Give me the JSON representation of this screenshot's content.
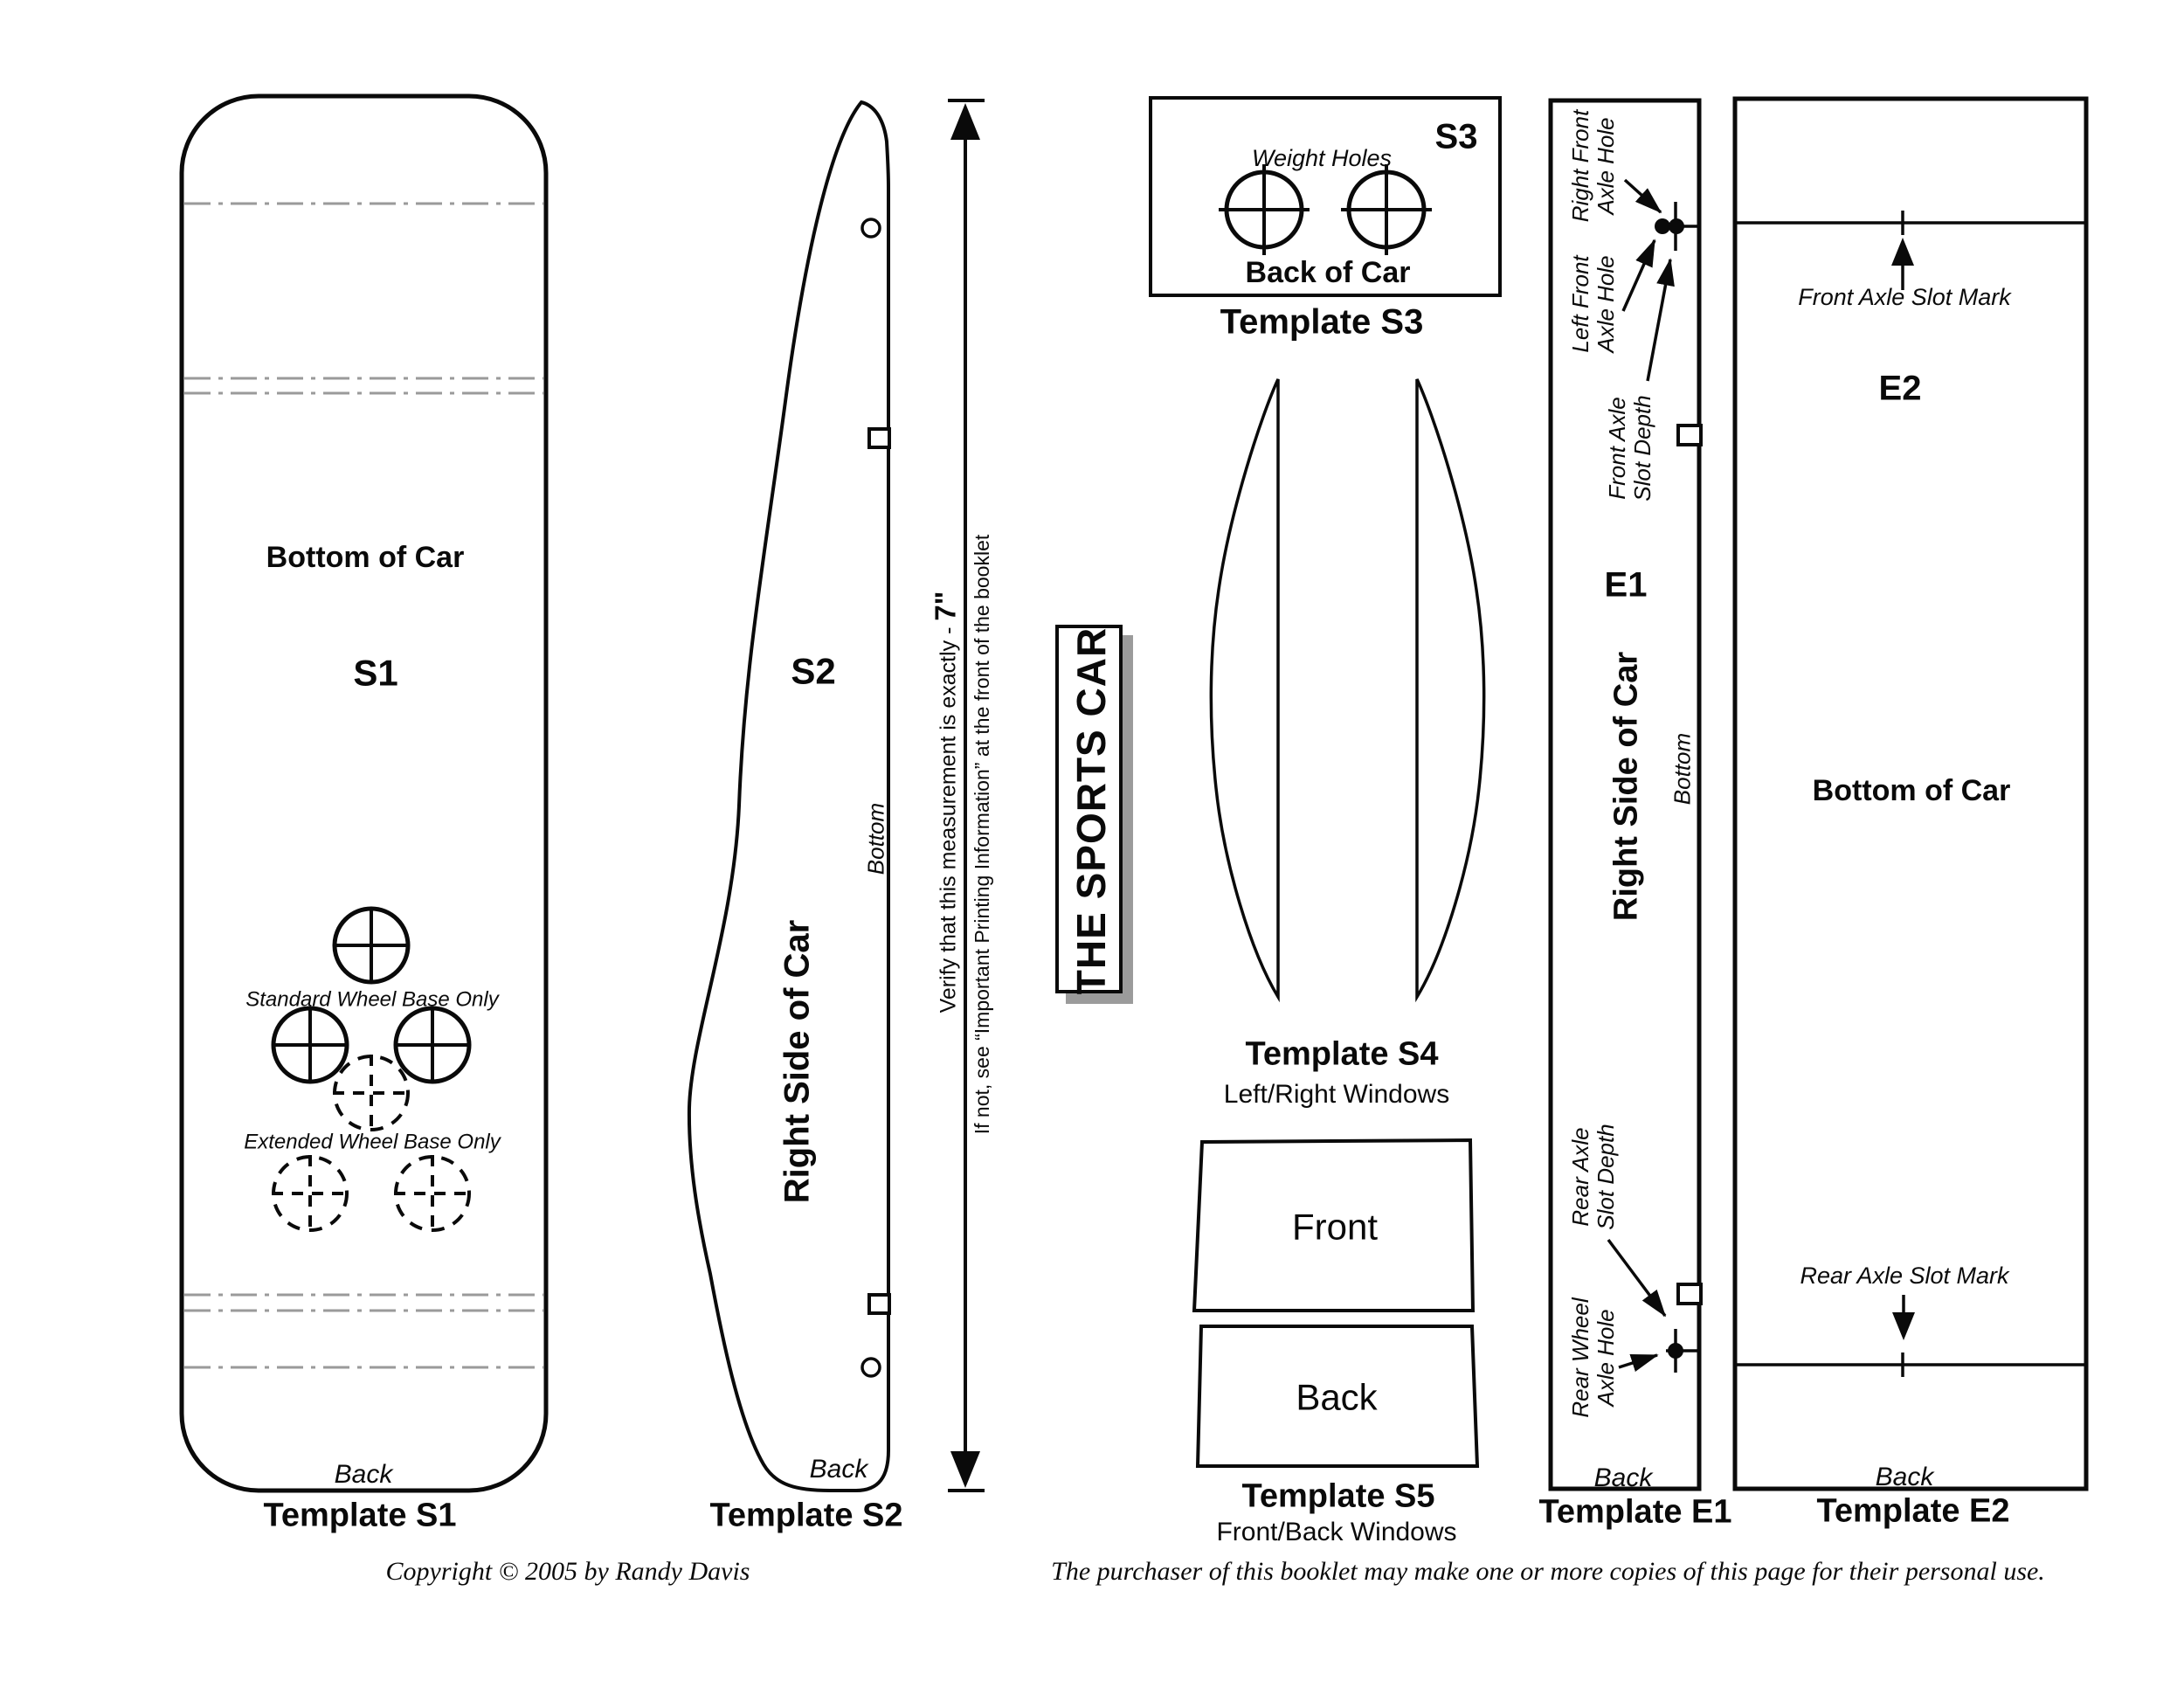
{
  "page": {
    "footer_left": "Copyright © 2005 by Randy Davis",
    "footer_right": "The purchaser of this booklet may make one or more copies of this page for their personal use."
  },
  "title_box": {
    "label": "THE SPORTS CAR"
  },
  "measurement": {
    "verify_prefix": "Verify that this measurement is exactly - ",
    "verify_value": "7\"",
    "if_not": "If not, see “Important Printing Information” at the front of the booklet"
  },
  "s1": {
    "id": "S1",
    "bottom_of_car": "Bottom of Car",
    "standard": "Standard Wheel Base Only",
    "extended": "Extended Wheel Base Only",
    "back": "Back",
    "caption": "Template S1"
  },
  "s2": {
    "id": "S2",
    "bottom": "Bottom",
    "right_side": "Right Side of Car",
    "back": "Back",
    "caption": "Template S2"
  },
  "s3": {
    "id": "S3",
    "weight_holes": "Weight Holes",
    "back_of_car": "Back of Car",
    "caption": "Template S3"
  },
  "s4": {
    "caption": "Template S4",
    "subcaption": "Left/Right Windows"
  },
  "s5": {
    "front": "Front",
    "back": "Back",
    "caption": "Template S5",
    "subcaption": "Front/Back Windows"
  },
  "e1": {
    "id": "E1",
    "right_front_axle_hole": "Right Front\nAxle Hole",
    "left_front_axle_hole": "Left Front\nAxle Hole",
    "front_axle_slot_depth": "Front Axle\nSlot Depth",
    "right_side": "Right Side of Car",
    "bottom": "Bottom",
    "rear_axle_slot_depth": "Rear Axle\nSlot Depth",
    "rear_wheel_axle_hole": "Rear Wheel\nAxle Hole",
    "back": "Back",
    "caption": "Template E1"
  },
  "e2": {
    "id": "E2",
    "front_axle_slot_mark": "Front Axle Slot Mark",
    "bottom_of_car": "Bottom of Car",
    "rear_axle_slot_mark": "Rear Axle Slot Mark",
    "back": "Back",
    "caption": "Template E2"
  }
}
